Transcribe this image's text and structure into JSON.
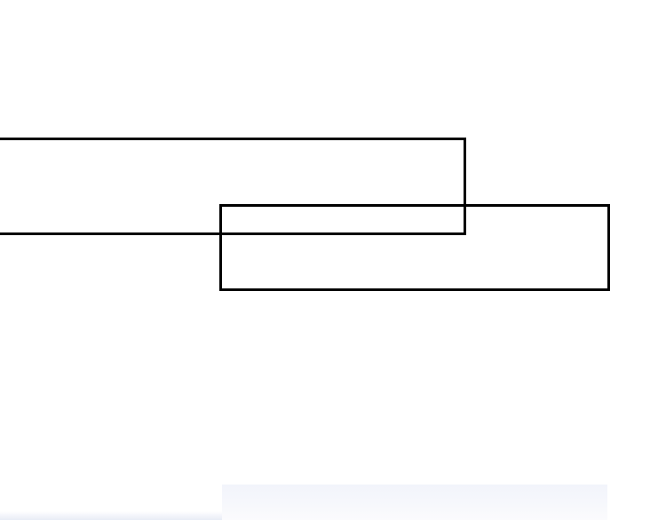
{
  "diagram": {
    "shapes": [
      {
        "kind": "rectangle",
        "stroke": "#000000",
        "fill": "none"
      },
      {
        "kind": "rectangle",
        "stroke": "#000000",
        "fill": "none"
      }
    ],
    "background_color": "#ffffff",
    "stroke_color": "#000000"
  }
}
